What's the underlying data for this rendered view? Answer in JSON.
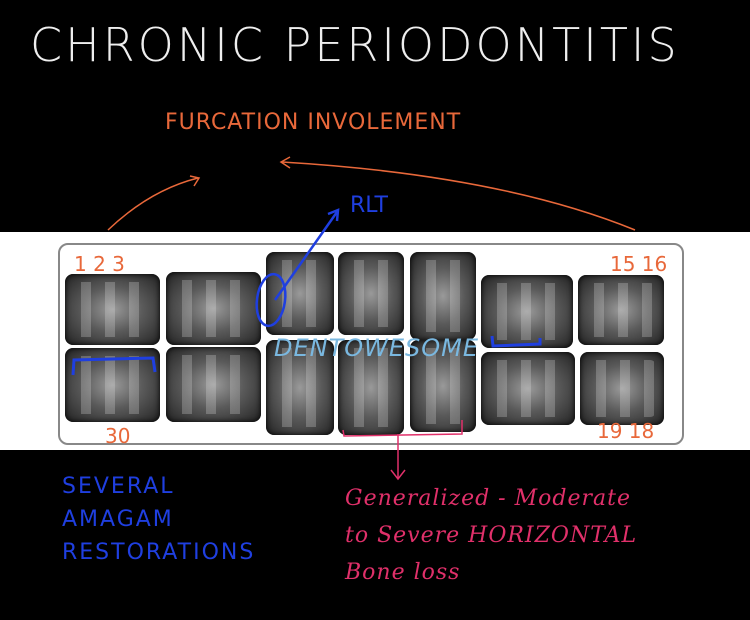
{
  "title": "CHRONIC PERIODONTITIS",
  "labels": {
    "furcation": "FURCATION INVOLEMENT",
    "rct": "RLT",
    "teeth_upper_right": "1 2 3",
    "teeth_upper_left": "15 16",
    "tooth_lower_right": "30",
    "teeth_lower_left": "19 18",
    "watermark": "DENTOWESOME"
  },
  "notes": {
    "amalgam": [
      "SEVERAL",
      "AMAGAM",
      "RESTORATIONS"
    ],
    "bone_loss": [
      "Generalized - Moderate",
      "to Severe HORIZONTAL",
      "Bone loss"
    ]
  },
  "colors": {
    "orange": "#e8683a",
    "blue": "#1f3fe0",
    "pink": "#e0306a",
    "watermark": "#7ab8e0"
  }
}
